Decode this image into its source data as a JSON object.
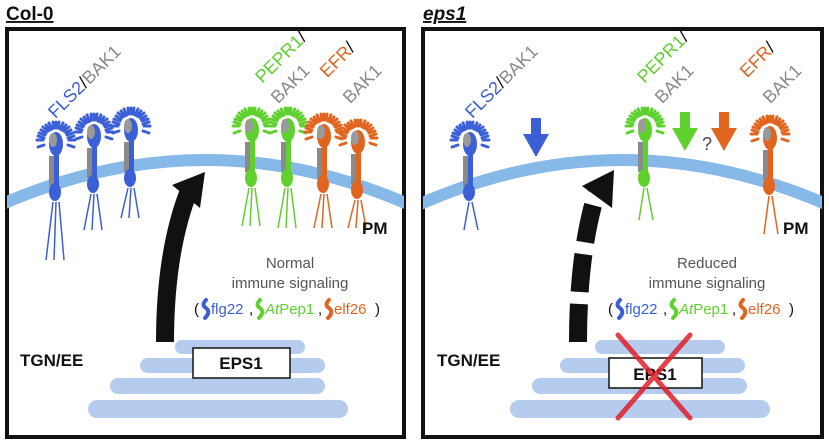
{
  "colors": {
    "fls2": "#3b5fd6",
    "bak1": "#8a8a8a",
    "pepr1": "#5fd12e",
    "efr": "#e2651f",
    "membrane": "#86b8e8",
    "tgn": "#b5ccef",
    "block": "#e0202a",
    "text_gray": "#555555"
  },
  "left_panel": {
    "title": "Col-0",
    "fls2": "FLS2",
    "bak1_fls2": "BAK1",
    "pepr1": "PEPR1",
    "bak1_pepr1": "BAK1",
    "efr": "EFR",
    "bak1_efr": "BAK1",
    "slash": "/",
    "pm": "PM",
    "signaling_line1": "Normal",
    "signaling_line2": "immune signaling",
    "ligand_flg22": "flg22",
    "ligand_at": "At",
    "ligand_pep1": "Pep1",
    "ligand_elf26": "elf26",
    "tgn": "TGN/EE",
    "eps1": "EPS1"
  },
  "right_panel": {
    "title": "eps1",
    "fls2": "FLS2",
    "bak1_fls2": "BAK1",
    "pepr1": "PEPR1",
    "bak1_pepr1": "BAK1",
    "efr": "EFR",
    "bak1_efr": "BAK1",
    "slash": "/",
    "question": "?",
    "pm": "PM",
    "signaling_line1": "Reduced",
    "signaling_line2": "immune signaling",
    "ligand_flg22": "flg22",
    "ligand_at": "At",
    "ligand_pep1": "Pep1",
    "ligand_elf26": "elf26",
    "tgn": "TGN/EE",
    "eps1": "EPS1"
  }
}
